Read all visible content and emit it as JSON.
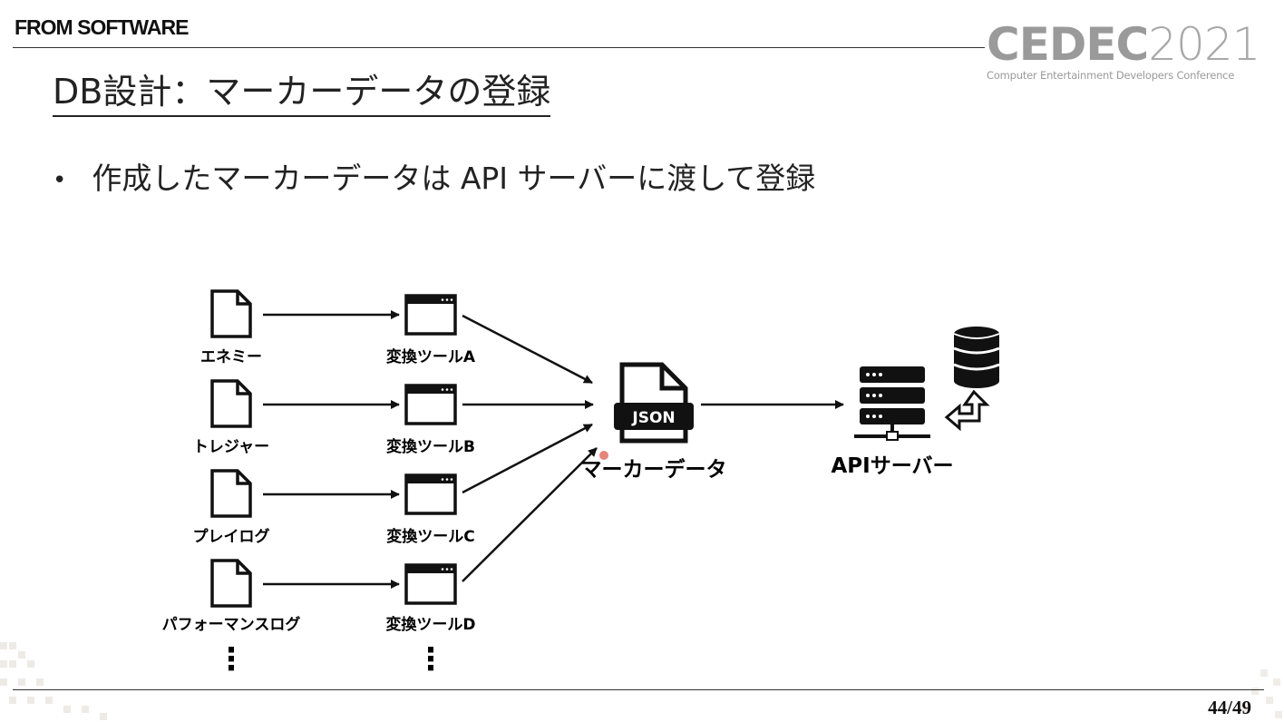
{
  "header": {
    "brand": "FROM SOFTWARE",
    "conference_logo": {
      "bold_word": "CEDEC",
      "year": "2021",
      "subtitle": "Computer Entertainment Developers Conference"
    }
  },
  "title": "DB設計：マーカーデータの登録",
  "bullet": "作成したマーカーデータは API サーバーに渡して登録",
  "diagram": {
    "sources": [
      {
        "label": "エネミー",
        "icon": "file-icon"
      },
      {
        "label": "トレジャー",
        "icon": "file-icon"
      },
      {
        "label": "プレイログ",
        "icon": "file-icon"
      },
      {
        "label": "パフォーマンスログ",
        "icon": "file-icon"
      }
    ],
    "tools": [
      {
        "label": "変換ツールA",
        "icon": "window-icon"
      },
      {
        "label": "変換ツールB",
        "icon": "window-icon"
      },
      {
        "label": "変換ツールC",
        "icon": "window-icon"
      },
      {
        "label": "変換ツールD",
        "icon": "window-icon"
      }
    ],
    "marker": {
      "badge": "JSON",
      "label": "マーカーデータ",
      "icon": "json-file-icon"
    },
    "server": {
      "label": "APIサーバー",
      "icon": "server-icon"
    },
    "database": {
      "icon": "database-icon"
    },
    "return_arrow": {
      "icon": "return-arrow-icon"
    },
    "continuation": "⋮"
  },
  "footer": {
    "page": "44/49"
  },
  "colors": {
    "text": "#111111",
    "logo_gray": "#9a9a9a",
    "pointer": "#e05a4a"
  }
}
